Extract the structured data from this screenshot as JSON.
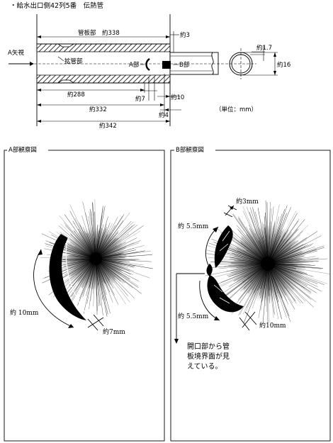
{
  "title": "・給水出口側42列5番　伝熱管",
  "drawing": {
    "a_view": "A矢視",
    "tube_plate_section": "管板部　約338",
    "expanded_section": "拡管部",
    "part_a": "A部",
    "part_b": "B部",
    "dim_3": "約3",
    "dim_1_7": "約1.7",
    "dim_16": "約16",
    "dim_288": "約288",
    "dim_7": "約7",
    "dim_10": "約10",
    "dim_4": "約4",
    "dim_332": "約332",
    "dim_342": "約342",
    "unit": "（単位：mm）"
  },
  "panel_a": {
    "title": "A部観察図",
    "dim_10mm": "約 10mm",
    "dim_7mm": "約7mm"
  },
  "panel_b": {
    "title": "B部観察図",
    "dim_3mm": "約3mm",
    "dim_5_5mm_upper": "約 5.5mm",
    "dim_5_5mm_lower": "約 5.5mm",
    "dim_10mm": "約10mm",
    "note_line1": "開口部から管",
    "note_line2": "板境界面が見",
    "note_line3": "えている。"
  }
}
